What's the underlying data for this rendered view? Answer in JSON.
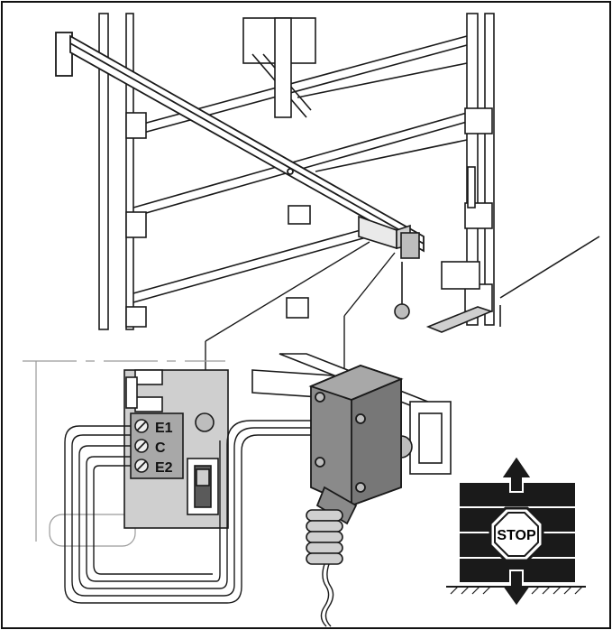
{
  "terminals": {
    "e1": "E1",
    "c": "C",
    "e2": "E2"
  },
  "stop_sign": {
    "text": "STOP"
  },
  "colors": {
    "line": "#1a1a1a",
    "frame_gray": "#bdbdbd",
    "board_gray": "#cfcfcf",
    "box_gray": "#8a8a8a",
    "terminal_gray": "#a8a8a8",
    "stop_black": "#1a1a1a"
  }
}
